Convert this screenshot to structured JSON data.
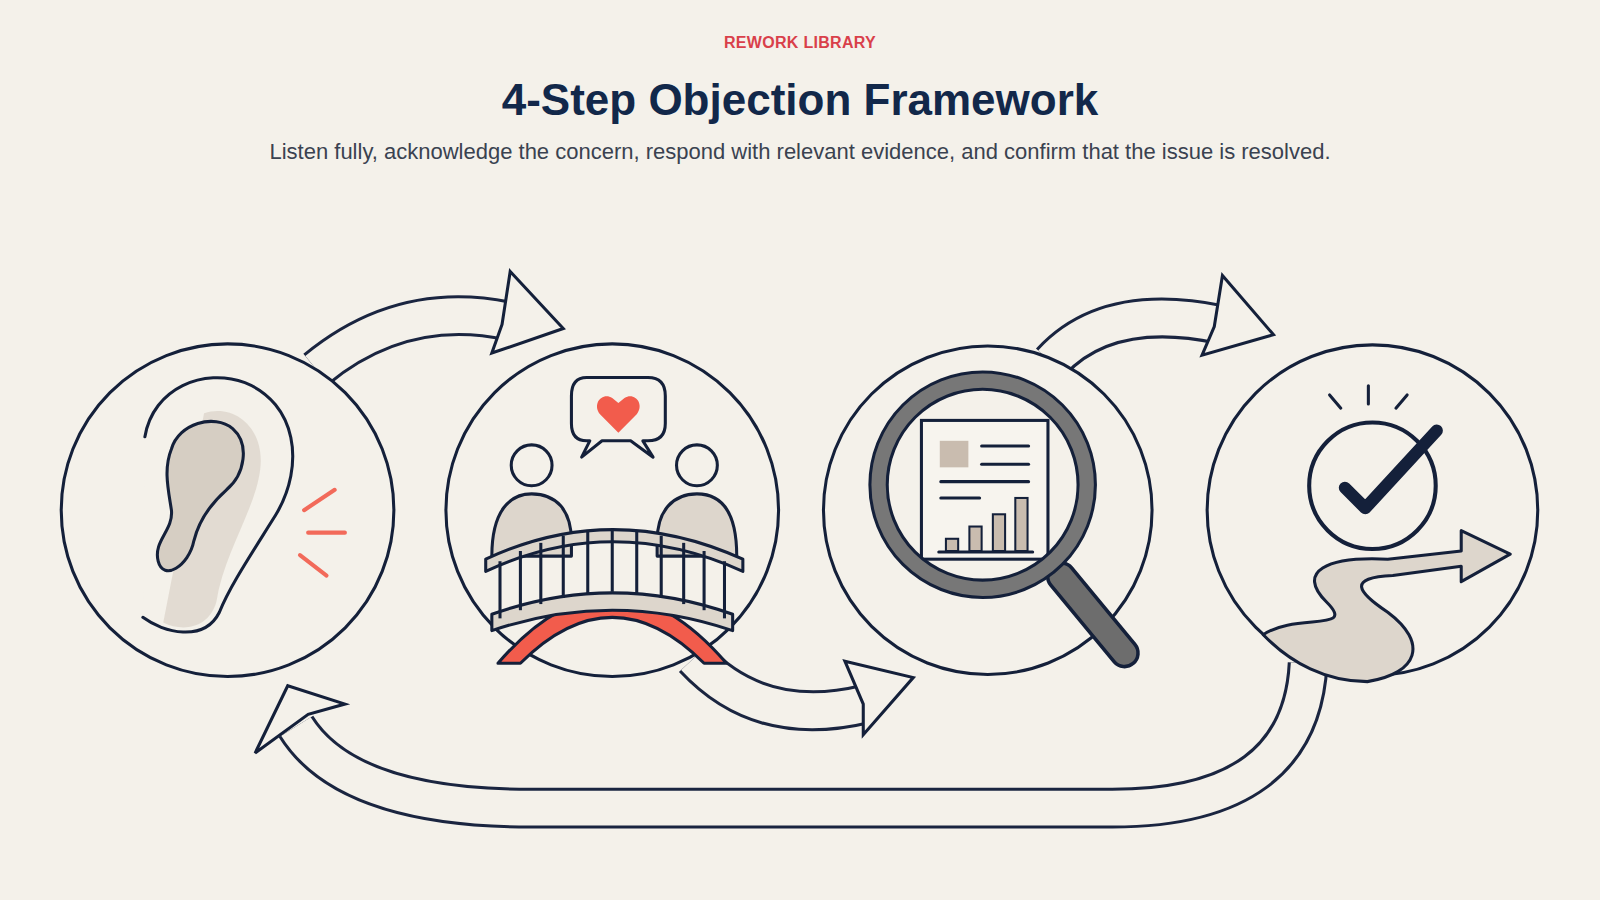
{
  "diagram": {
    "title": "4-Step Objection Framework",
    "caption": "Listen fully, acknowledge the concern, respond with relevant evidence, and confirm that the issue is resolved.",
    "labels": [
      "REWORK LIBRARY"
    ]
  }
}
